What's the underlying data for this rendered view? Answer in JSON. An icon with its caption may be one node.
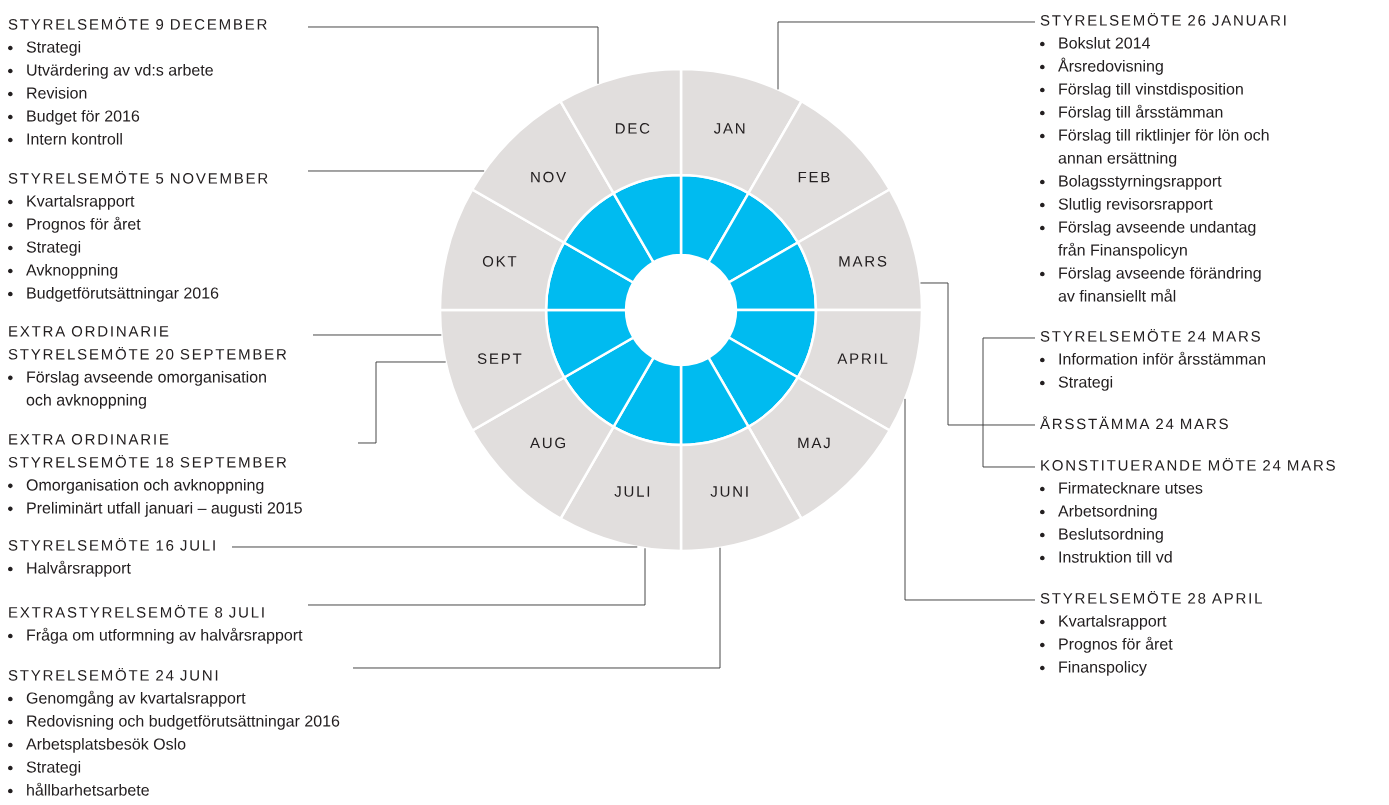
{
  "diagram": {
    "nodes": [
      {
        "text": [
          "STYRELSEMÖTE 9 DECEMBER",
          "Strategi",
          "Utvärdering av vd:s arbete",
          "Revision",
          "Budget för 2016",
          "Intern kontroll"
        ]
      },
      {
        "text": [
          "STYRELSEMÖTE 5 NOVEMBER",
          "Kvartalsrapport",
          "Prognos för året",
          "Strategi",
          "Avknoppning",
          "Budgetförutsättningar 2016"
        ]
      },
      {
        "text": [
          "EXTRA ORDINARIE STYRELSEMÖTE 20 SEPTEMBER",
          "Förslag avseende omorganisation och avknoppning"
        ]
      },
      {
        "text": [
          "EXTRA ORDINARIE STYRELSEMÖTE 18 SEPTEMBER",
          "Omorganisation och avknoppning",
          "Preliminärt utfall januari – augusti 2015"
        ]
      },
      {
        "text": [
          "STYRELSEMÖTE 16 JULI",
          "Halvårsrapport"
        ]
      },
      {
        "text": [
          "EXTRASTYRELSEMÖTE 8 JULI",
          "Fråga om utformning av halvårsrapport"
        ]
      },
      {
        "text": [
          "STYRELSEMÖTE 24 JUNI",
          "Genomgång av kvartalsrapport",
          "Redovisning och budgetförutsättningar 2016",
          "Arbetsplatsbesök Oslo",
          "Strategi",
          "hållbarhetsarbete"
        ]
      },
      {
        "text": [
          "JAN"
        ]
      },
      {
        "text": [
          "FEB"
        ]
      },
      {
        "text": [
          "MARS"
        ]
      },
      {
        "text": [
          "APRIL"
        ]
      },
      {
        "text": [
          "MAJ"
        ]
      },
      {
        "text": [
          "JUNI"
        ]
      },
      {
        "text": [
          "JULI"
        ]
      },
      {
        "text": [
          "AUG"
        ]
      },
      {
        "text": [
          "SEPT"
        ]
      },
      {
        "text": [
          "OKT"
        ]
      },
      {
        "text": [
          "NOV"
        ]
      },
      {
        "text": [
          "DEC"
        ]
      },
      {
        "text": [
          "STYRELSEMÖTE 26 JANUARI",
          "Bokslut 2014",
          "Årsredovisning",
          "Förslag till vinstdisposition",
          "Förslag till årsstämman",
          "Förslag till riktlinjer för lön och annan ersättning",
          "Bolagsstyrningsrapport",
          "Slutlig revisorsrapport",
          "Förslag avseende undantag från Finanspolicyn",
          "Förslag avseende förändring av finansiellt mål"
        ]
      },
      {
        "text": [
          "STYRELSEMÖTE 24 MARS",
          "Information inför årsstämman",
          "Strategi"
        ]
      },
      {
        "text": [
          "ÅRSSTÄMMA 24 MARS"
        ]
      },
      {
        "text": [
          "KONSTITUERANDE MÖTE 24 MARS",
          "Firmatecknare utses",
          "Arbetsordning",
          "Beslutsordning",
          "Instruktion till vd"
        ]
      },
      {
        "text": [
          "STYRELSEMÖTE 28 APRIL",
          "Kvartalsrapport",
          "Prognos för året",
          "Finanspolicy"
        ]
      }
    ],
    "edges": [
      {
        "from": 0,
        "to": 18,
        "arrow": "none"
      },
      {
        "from": 1,
        "to": 17,
        "arrow": "none"
      },
      {
        "from": 2,
        "to": 15,
        "arrow": "none"
      },
      {
        "from": 3,
        "to": 15,
        "arrow": "none"
      },
      {
        "from": 4,
        "to": 13,
        "arrow": "none"
      },
      {
        "from": 5,
        "to": 13,
        "arrow": "none"
      },
      {
        "from": 6,
        "to": 12,
        "arrow": "none"
      },
      {
        "from": 19,
        "to": 7,
        "arrow": "none"
      },
      {
        "from": 9,
        "to": 21,
        "arrow": "none"
      },
      {
        "from": 20,
        "to": 22,
        "arrow": "none"
      },
      {
        "from": 23,
        "to": 10,
        "arrow": "none"
      }
    ]
  }
}
